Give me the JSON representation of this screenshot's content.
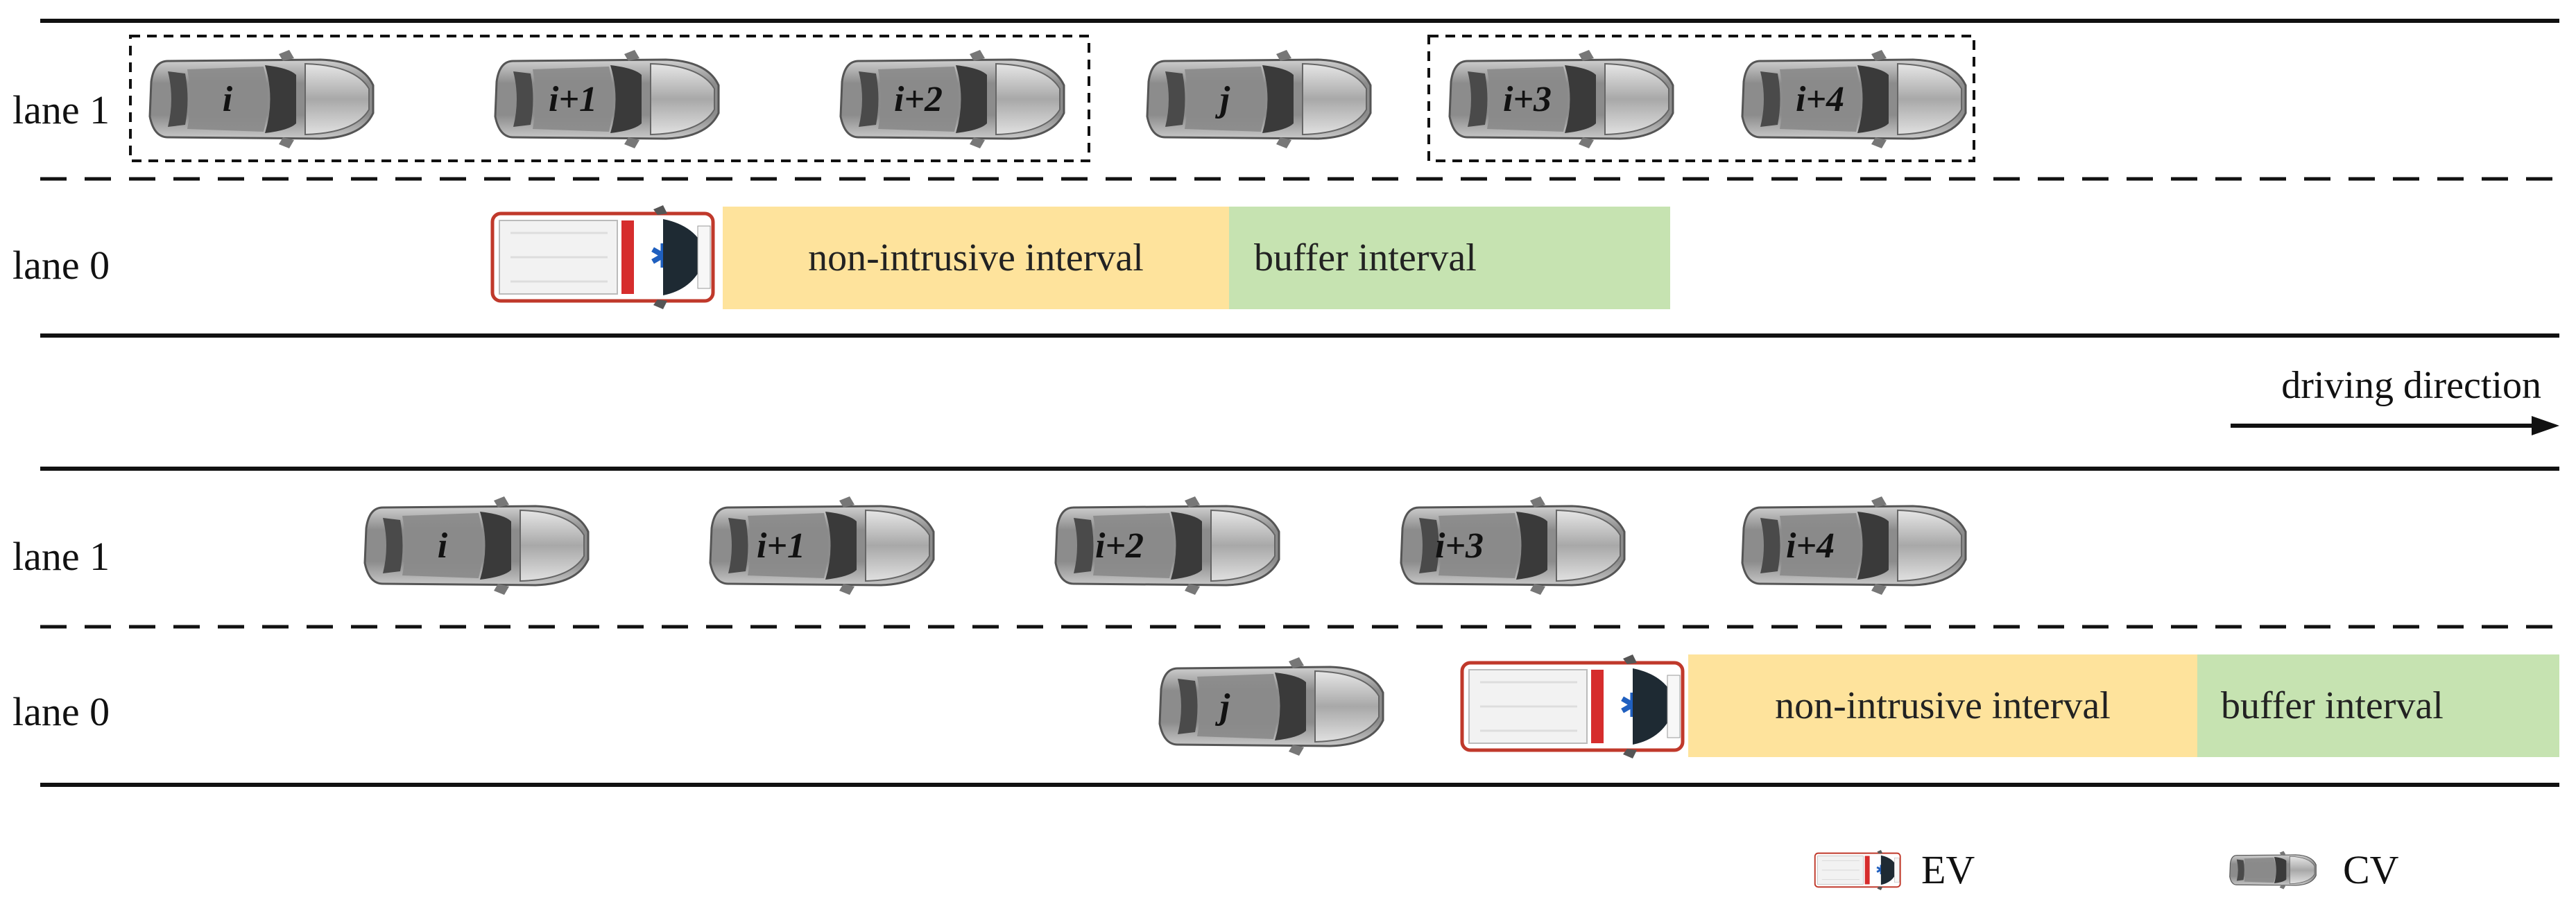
{
  "colors": {
    "non_intrusive": "#FEE39C",
    "buffer": "#C6E3B1",
    "road_line": "#111111",
    "car_body": "#9a9a9a"
  },
  "scenario_top": {
    "lane1_label": "lane 1",
    "lane0_label": "lane 0",
    "lane1_cars": [
      "i",
      "i+1",
      "i+2",
      "j",
      "i+3",
      "i+4"
    ],
    "non_intrusive_label": "non-intrusive interval",
    "buffer_label": "buffer interval"
  },
  "direction": {
    "label": "driving direction"
  },
  "scenario_bottom": {
    "lane1_label": "lane 1",
    "lane0_label": "lane 0",
    "lane1_cars": [
      "i",
      "i+1",
      "i+2",
      "i+3",
      "i+4"
    ],
    "lane0_car": "j",
    "non_intrusive_label": "non-intrusive interval",
    "buffer_label": "buffer interval"
  },
  "legend": {
    "ev_label": "EV",
    "cv_label": "CV",
    "ev_icon": "ambulance-icon",
    "cv_icon": "car-icon"
  }
}
